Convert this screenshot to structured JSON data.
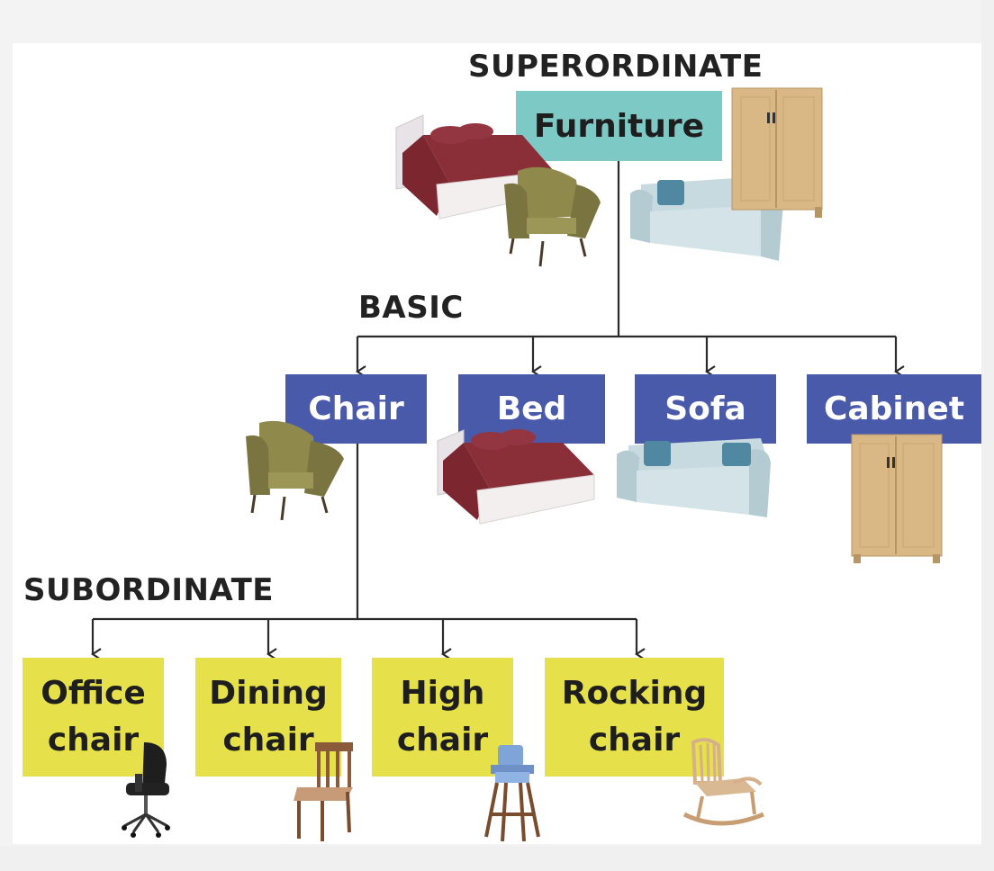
{
  "levels": {
    "superordinate": "SUPERORDINATE",
    "basic": "BASIC",
    "subordinate": "SUBORDINATE"
  },
  "superordinate_node": {
    "label": "Furniture"
  },
  "basic_nodes": [
    {
      "label": "Chair"
    },
    {
      "label": "Bed"
    },
    {
      "label": "Sofa"
    },
    {
      "label": "Cabinet"
    }
  ],
  "subordinate_nodes": [
    {
      "label": "Office\nchair"
    },
    {
      "label": "Dining\nchair"
    },
    {
      "label": "High\nchair"
    },
    {
      "label": "Rocking\nchair"
    }
  ],
  "colors": {
    "superordinate": "#7cc9c6",
    "basic": "#4a5aab",
    "subordinate": "#e6e14a",
    "connector": "#2a2a2a"
  }
}
